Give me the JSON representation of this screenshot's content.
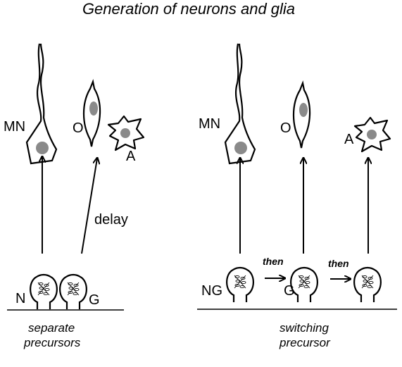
{
  "title": "Generation of neurons and glia",
  "left_panel": {
    "cells": {
      "mn": "MN",
      "o": "O",
      "a": "A"
    },
    "arrow_label": "delay",
    "precursors": {
      "n": "N",
      "g": "G"
    },
    "caption_line1": "separate",
    "caption_line2": "precursors"
  },
  "right_panel": {
    "cells": {
      "mn": "MN",
      "o": "O",
      "a": "A"
    },
    "precursors": {
      "ng": "NG",
      "g": "G"
    },
    "then_label": "then",
    "caption_line1": "switching",
    "caption_line2": "precursor"
  },
  "colors": {
    "ink": "#000000",
    "nucleus": "#8a8a8a"
  }
}
